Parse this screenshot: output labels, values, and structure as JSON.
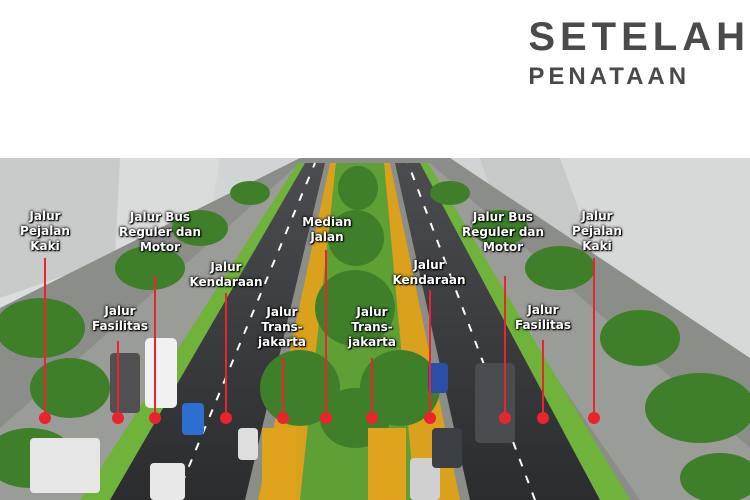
{
  "heading": {
    "line1": "SETELAH",
    "line2": "PENATAAN"
  },
  "labels": [
    {
      "text": "Jalur\nPejalan\nKaki"
    },
    {
      "text": "Jalur\nFasilitas"
    },
    {
      "text": "Jalur Bus\nReguler dan\nMotor"
    },
    {
      "text": "Jalur\nKendaraan"
    },
    {
      "text": "Jalur\nTrans-\njakarta"
    },
    {
      "text": "Median\nJalan"
    },
    {
      "text": "Jalur\nTrans-\njakarta"
    },
    {
      "text": "Jalur\nKendaraan"
    },
    {
      "text": "Jalur Bus\nReguler dan\nMotor"
    },
    {
      "text": "Jalur\nFasilitas"
    },
    {
      "text": "Jalur\nPejalan\nKaki"
    }
  ],
  "colors": {
    "marker": "#e8242c",
    "heading": "#4a4a4a",
    "road": "#2f3033",
    "grass": "#6fb33a",
    "busway": "#d9a11c"
  }
}
